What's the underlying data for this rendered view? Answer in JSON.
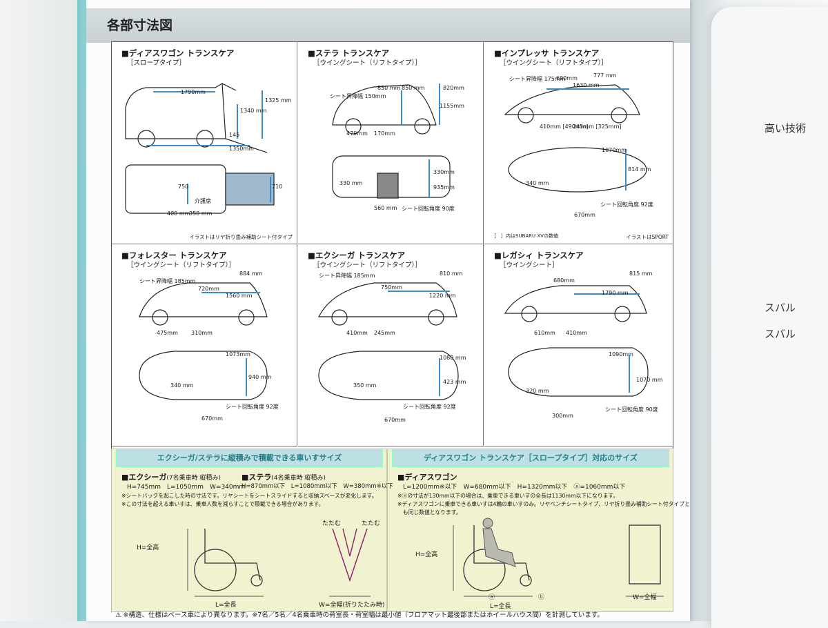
{
  "page": {
    "title": "各部寸法図",
    "next_page": {
      "line1": "高い技術",
      "line2": "スバル",
      "line3": "スバル"
    }
  },
  "panels": [
    {
      "title": "■ディアスワゴン トランスケア",
      "subtitle": "［スロープタイプ］",
      "dims": [
        "1790mm",
        "1325 mm",
        "1340 mm",
        "145",
        "1350mm",
        "750",
        "710",
        "400 mm",
        "350 mm"
      ],
      "labels": [
        "介護席"
      ],
      "note": "イラストはリヤ折り畳み補助シート付タイプ"
    },
    {
      "title": "■ステラ トランスケア",
      "subtitle": "［ウイングシート（リフトタイプ）］",
      "dims": [
        "850 mm",
        "850 mm",
        "820mm",
        "1155mm",
        "470mm",
        "170mm",
        "330mm",
        "935mm",
        "330 mm",
        "560 mm"
      ],
      "labels": [
        "シート昇降幅 150mm",
        "シート回転角度 90度"
      ]
    },
    {
      "title": "■インプレッサ トランスケア",
      "subtitle": "［ウイングシート（リフトタイプ）］",
      "dims": [
        "690mm",
        "777 mm",
        "1630 mm",
        "410mm [490mm]",
        "245mm [325mm]",
        "1070mm",
        "814 mm",
        "340 mm",
        "670mm"
      ],
      "labels": [
        "シート昇降幅 175mm",
        "シート回転角度 92度"
      ],
      "note": "イラストはSPORT",
      "note2": "［　］内はSUBARU XVの数値"
    },
    {
      "title": "■フォレスター トランスケア",
      "subtitle": "［ウイングシート（リフトタイプ）］",
      "dims": [
        "884 mm",
        "720mm",
        "1560 mm",
        "475mm",
        "310mm",
        "1073mm",
        "940 mm",
        "340 mm",
        "670mm"
      ],
      "labels": [
        "シート昇降幅 185mm",
        "シート回転角度 92度"
      ]
    },
    {
      "title": "■エクシーガ トランスケア",
      "subtitle": "［ウイングシート（リフトタイプ）］",
      "dims": [
        "810 mm",
        "750mm",
        "1220 mm",
        "410mm",
        "245mm",
        "1080 mm",
        "423 mm",
        "350 mm",
        "670mm"
      ],
      "labels": [
        "シート昇降幅 185mm",
        "シート回転角度 92度"
      ]
    },
    {
      "title": "■レガシィ トランスケア",
      "subtitle": "［ウイングシート］",
      "dims": [
        "815 mm",
        "680mm",
        "1790 mm",
        "610mm",
        "410mm",
        "1090mm",
        "1070 mm",
        "320 mm",
        "300mm"
      ],
      "labels": [
        "シート回転角度 90度"
      ]
    }
  ],
  "bottom": {
    "left": {
      "tab": "エクシーガ/ステラに縦積みで積載できる車いすサイズ",
      "exiga_h": "■エクシーガ",
      "exiga_sub": "(7名乗車時 縦積み)",
      "exiga_v": "H=745mm　L=1050mm　W=340mm",
      "stella_h": "■ステラ",
      "stella_sub": "(4名乗車時 縦積み)",
      "stella_v": "H=870mm以下　L=1080mm以下　W=380mm※以下",
      "note1": "※シートバックを起こした時の寸法です。リヤシートをシートスライドすると収納スペースが変化します。",
      "note2": "※この寸法を超える車いすは、乗車人数を減らすことで積載できる場合があります。",
      "fold1": "たたむ",
      "fold2": "たたむ",
      "h": "H=全高",
      "l": "L=全長",
      "w": "W=全幅(折りたたみ時)"
    },
    "right": {
      "tab": "ディアスワゴン トランスケア［スロープタイプ］対応のサイズ",
      "dias_h": "■ディアスワゴン",
      "dias_v": "L=1200mm※以下　W=680mm以下　H=1320mm以下　ⓐ=1060mm以下",
      "note1": "※ⓐの寸法が130mm以下の場合は、乗車できる車いすの全長は1130mm以下になります。",
      "note2": "※ディアスワゴンに乗車できる車いすは4輪の車いすのみ。リヤベンチシートタイプ、リヤ折り畳み補助シート付タイプと",
      "note3": "　も同じ数値となります。",
      "h": "H=全高",
      "l": "L=全長",
      "w": "W=全幅",
      "a": "ⓐ",
      "b": "ⓑ"
    }
  },
  "footer": "※構造、仕様はベース車により異なります。※7名／5名／4名乗車時の荷室長・荷室幅は最小値（フロアマット最後部またはホイールハウス間）を計測しています。"
}
